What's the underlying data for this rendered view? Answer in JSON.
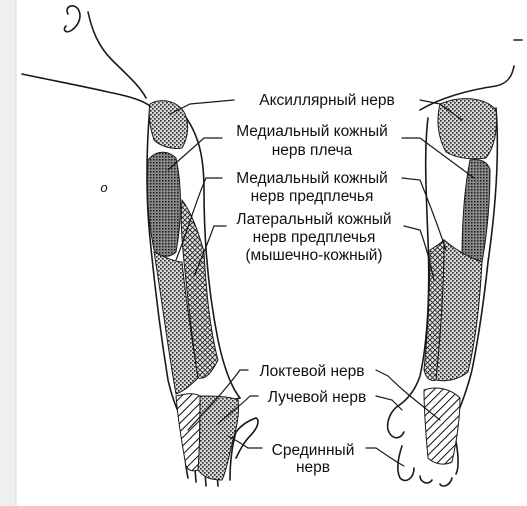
{
  "labels": {
    "axillary_nerve": "Аксиллярный нерв",
    "medial_cutaneous_arm_line1": "Медиальный кожный",
    "medial_cutaneous_arm_line2": "нерв плеча",
    "medial_cutaneous_forearm_line1": "Медиальный кожный",
    "medial_cutaneous_forearm_line2": "нерв предплечья",
    "lateral_cutaneous_forearm_line1": "Латеральный кожный",
    "lateral_cutaneous_forearm_line2": "нерв предплечья",
    "lateral_cutaneous_forearm_line3": "(мышечно-кожный)",
    "ulnar_nerve": "Локтевой нерв",
    "radial_nerve": "Лучевой нерв",
    "median_nerve_line1": "Срединный",
    "median_nerve_line2": "нерв",
    "margin_mark": "o"
  },
  "colors": {
    "background": "#ffffff",
    "page_edge": "#ececec",
    "outline": "#1a1a1a",
    "dark_zone": "#5f5f5f",
    "shaded_zone": "#9a9a9a"
  }
}
